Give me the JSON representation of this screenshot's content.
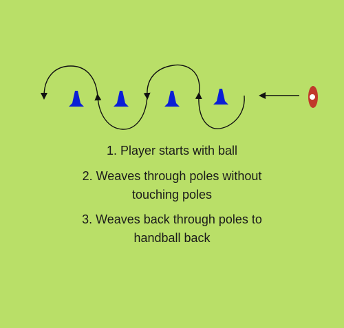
{
  "colors": {
    "background": "#b9df68",
    "cone": "#0a1fd6",
    "ball_outer": "#c0392b",
    "ball_inner": "#ffffff",
    "lines": "#111111"
  },
  "diagram": {
    "cone_count": 4,
    "icons": [
      "cone-icon",
      "ball-icon",
      "arrow-icon",
      "weave-path"
    ]
  },
  "instructions": {
    "step1": "1. Player starts with ball",
    "step2_a": "2. Weaves through poles without",
    "step2_b": "touching poles",
    "step3_a": "3. Weaves back through poles to",
    "step3_b": "handball back"
  }
}
